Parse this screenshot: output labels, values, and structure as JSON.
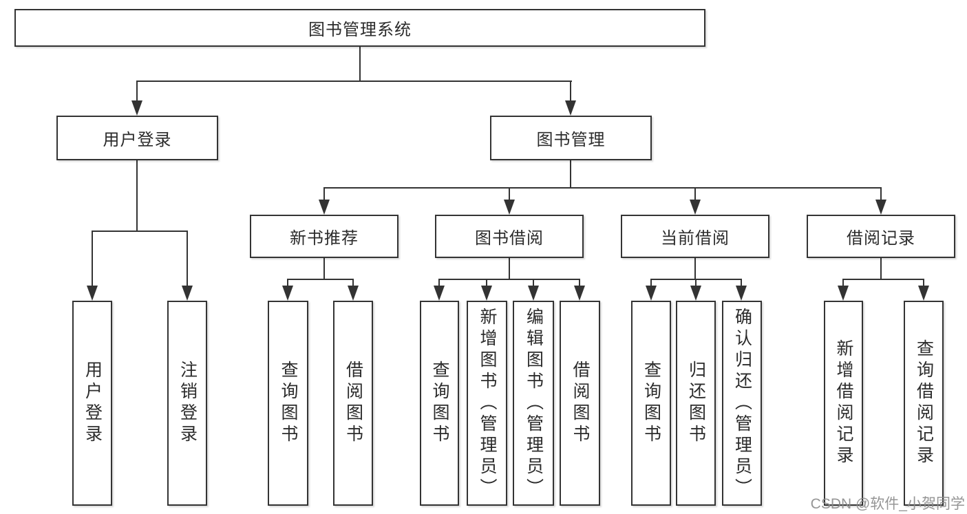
{
  "tree": {
    "root": "图书管理系统",
    "level2": [
      {
        "label": "用户登录"
      },
      {
        "label": "图书管理"
      }
    ],
    "level3": [
      {
        "label": "新书推荐"
      },
      {
        "label": "图书借阅"
      },
      {
        "label": "当前借阅"
      },
      {
        "label": "借阅记录"
      }
    ],
    "leaves": {
      "user_login": [
        "用户登录",
        "注销登录"
      ],
      "new_book": [
        "查询图书",
        "借阅图书"
      ],
      "book_borrow": [
        "查询图书",
        "新增图书（管理员）",
        "编辑图书（管理员）",
        "借阅图书"
      ],
      "current_borrow": [
        "查询图书",
        "归还图书",
        "确认归还（管理员）"
      ],
      "borrow_record": [
        "新增借阅记录",
        "查询借阅记录"
      ]
    }
  },
  "watermark": "CSDN @软件_小贺同学"
}
